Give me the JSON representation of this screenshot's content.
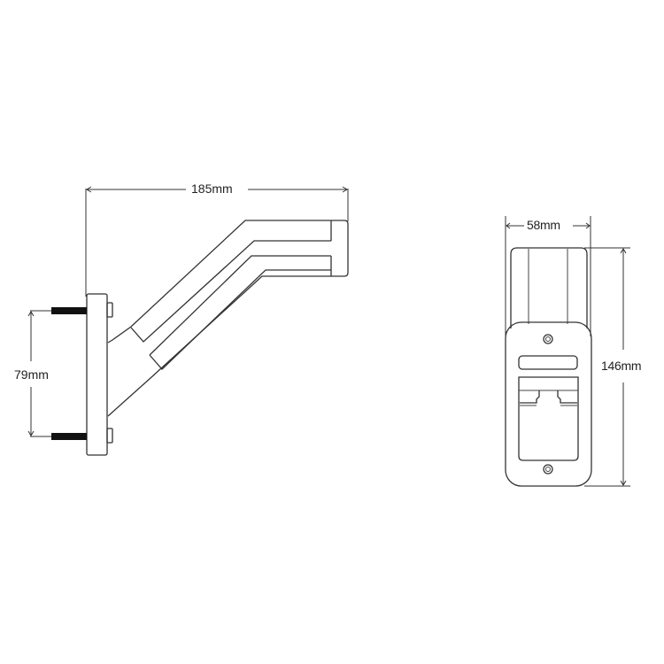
{
  "diagram": {
    "type": "technical-drawing",
    "line_color": "#333333",
    "side_view": {
      "name": "side view of marker lamp arm",
      "dimensions": {
        "overall_length": "185mm",
        "bolt_spacing": "79mm"
      }
    },
    "front_view": {
      "name": "front view of marker lamp",
      "dimensions": {
        "width": "58mm",
        "height": "146mm"
      }
    }
  }
}
